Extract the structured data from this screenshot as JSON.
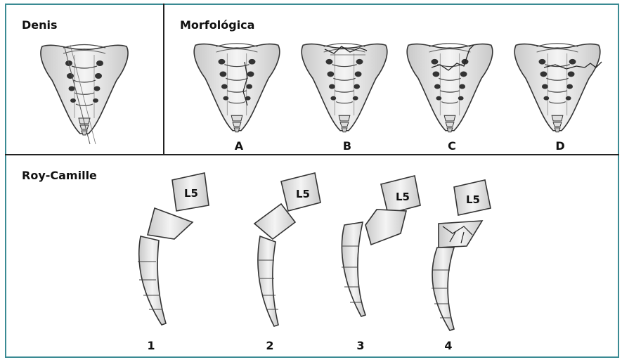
{
  "denis": {
    "title": "Denis"
  },
  "morfologica": {
    "title": "Morfológica",
    "labels": [
      "A",
      "B",
      "C",
      "D"
    ]
  },
  "roy_camille": {
    "title": "Roy-Camille",
    "labels": [
      "1",
      "2",
      "3",
      "4"
    ],
    "vertebra_label": "L5"
  }
}
